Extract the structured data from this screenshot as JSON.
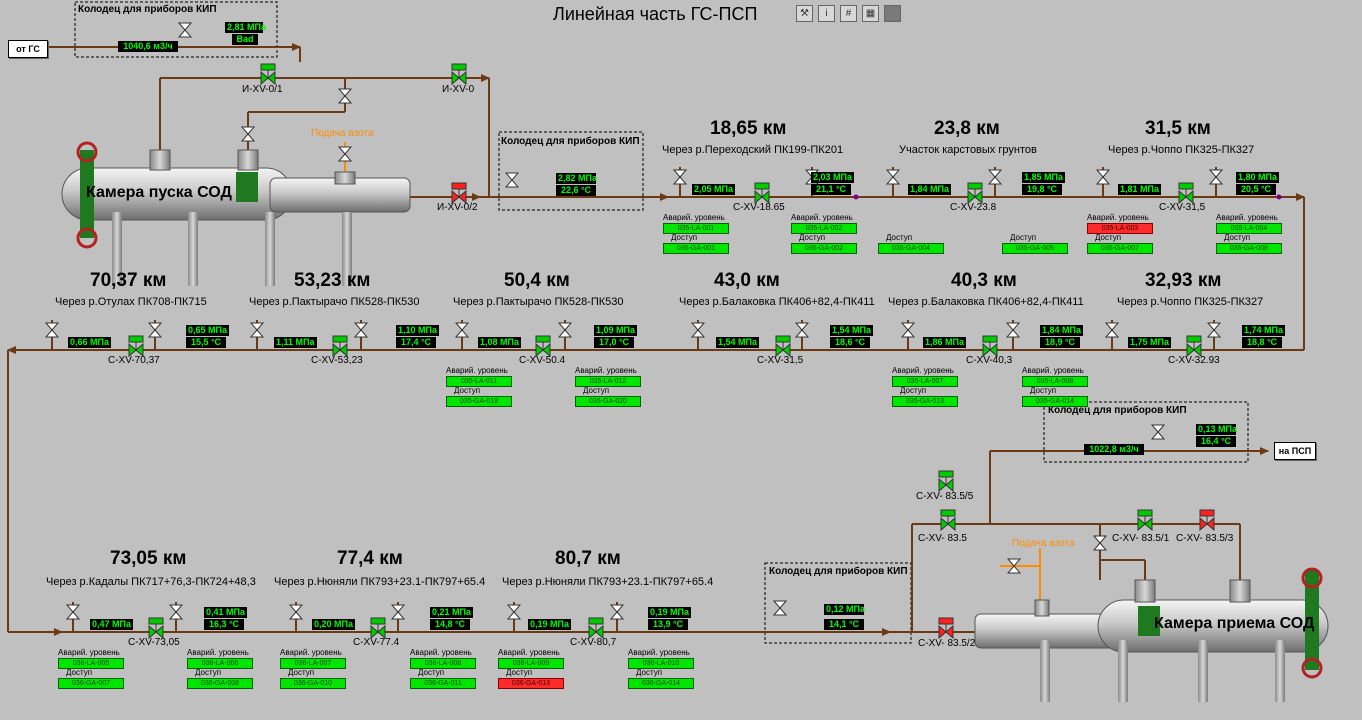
{
  "title": "Линейная часть ГС-ПСП",
  "toolbar": [
    {
      "name": "tools-icon",
      "glyph": "⚒"
    },
    {
      "name": "info-icon",
      "glyph": "i"
    },
    {
      "name": "grid-icon",
      "glyph": "#"
    },
    {
      "name": "pattern-icon",
      "glyph": "▦"
    },
    {
      "name": "stop-icon",
      "glyph": "■"
    }
  ],
  "nav": {
    "from_gs": "от ГС",
    "to_psp": "на ПСП"
  },
  "colors": {
    "pipe": "#6b3a14",
    "valve_green": "#00cc00",
    "valve_red": "#ff2020",
    "tank": "#bdbdbd",
    "value_bg": "#000000",
    "value_fg": "#00ff00"
  },
  "top_kip": {
    "caption": "Колодец для приборов КИП",
    "flow": "1040,6 м3/ч",
    "pressure": "2,81 МПа",
    "status": "Bad"
  },
  "launch": {
    "camera": "Камера пуска СОД",
    "nitrogen": "Подача азота",
    "valves": [
      {
        "label": "И-XV-0/1"
      },
      {
        "label": "И-XV-0"
      },
      {
        "label": "И-XV-0/2"
      }
    ],
    "kip_caption": "Колодец для приборов КИП",
    "kip_pressure": "2,82 МПа",
    "kip_temp": "22,6 °С"
  },
  "row1": [
    {
      "km": "18,65 км",
      "caption": "Через р.Переходский ПК199-ПК201",
      "in_val": "2,05 МПа",
      "valve": "С-XV-18.65",
      "out_p": "2,03 МПа",
      "out_t": "21,1 °С",
      "alarm_label": "Аварий. уровень",
      "la": "035-LA-001",
      "access_label": "Доступ",
      "ga": "035-GA-001",
      "alarm_label2": "Аварий. уровень",
      "la2": "035-LA-002",
      "access_label2": "Доступ",
      "ga2": "035-GA-002"
    },
    {
      "km": "23,8 км",
      "caption": "Участок карстовых грунтов",
      "in_val": "1,84 МПа",
      "valve": "С-XV-23.8",
      "out_p": "1,85 МПа",
      "out_t": "19,8 °С",
      "access_label": "Доступ",
      "ga": "035-GA-004",
      "access_label2": "Доступ",
      "ga2": "035-GA-005"
    },
    {
      "km": "31,5 км",
      "caption": "Через р.Чоппо ПК325-ПК327",
      "in_val": "1,81 МПа",
      "valve": "С-XV-31,5",
      "out_p": "1,80 МПа",
      "out_t": "20,5 °С",
      "alarm_label": "Аварий. уровень",
      "la": "035-LA-003",
      "access_label": "Доступ",
      "ga": "035-GA-007",
      "alarm_label2": "Аварий. уровень",
      "la2": "035-LA-004",
      "access_label2": "Доступ",
      "ga2": "035-GA-008"
    }
  ],
  "row2": [
    {
      "km": "70,37 км",
      "caption": "Через р.Отулах ПК708-ПК715",
      "in_val": "0,66 МПа",
      "valve": "С-XV-70,37",
      "out_p": "0,65 МПа",
      "out_t": "15,5 °С"
    },
    {
      "km": "53,23 км",
      "caption": "Через р.Пактырачо ПК528-ПК530",
      "in_val": "1,11 МПа",
      "valve": "С-XV-53,23",
      "out_p": "1,10 МПа",
      "out_t": "17,4 °С"
    },
    {
      "km": "50,4 км",
      "caption": "Через р.Пактырачо ПК528-ПК530",
      "in_val": "1,08 МПа",
      "valve": "С-XV-50.4",
      "out_p": "1,09 МПа",
      "out_t": "17,0 °С",
      "alarm_label": "Аварий. уровень",
      "la": "035-LA-011",
      "access_label": "Доступ",
      "ga": "035-GA-019",
      "alarm_label2": "Аварий. уровень",
      "la2": "035-LA-012",
      "access_label2": "Доступ",
      "ga2": "035-GA-020"
    },
    {
      "km": "43,0 км",
      "caption": "Через р.Балаковка ПК406+82,4-ПК411",
      "in_val": "1,54 МПа",
      "valve": "С-XV-31,5",
      "out_p": "1,54 МПа",
      "out_t": "18,6 °С"
    },
    {
      "km": "40,3 км",
      "caption": "Через р.Балаковка ПК406+82,4-ПК411",
      "in_val": "1,86 МПа",
      "valve": "С-XV-40,3",
      "out_p": "1,84 МПа",
      "out_t": "18,9 °С",
      "alarm_label": "Аварий. уровень",
      "la": "035-LA-007",
      "access_label": "Доступ",
      "ga": "035-GA-013",
      "alarm_label2": "Аварий. уровень",
      "la2": "035-LA-008",
      "access_label2": "Доступ",
      "ga2": "035-GA-014"
    },
    {
      "km": "32,93 км",
      "caption": "Через р.Чоппо ПК325-ПК327",
      "in_val": "1,75 МПа",
      "valve": "С-XV-32.93",
      "out_p": "1,74 МПа",
      "out_t": "18,8 °С"
    }
  ],
  "row3": [
    {
      "km": "73,05 км",
      "caption": "Через р.Кадалы ПК717+76,3-ПК724+48,3",
      "in_val": "0,47 МПа",
      "valve": "С-XV-73,05",
      "out_p": "0,41 МПа",
      "out_t": "16,3 °С",
      "alarm_label": "Аварий. уровень",
      "la": "036-LA-005",
      "access_label": "Доступ",
      "ga": "036-GA-007",
      "alarm_label2": "Аварий. уровень",
      "la2": "036-LA-006",
      "access_label2": "Доступ",
      "ga2": "036-GA-008"
    },
    {
      "km": "77,4 км",
      "caption": "Через р.Нюняли ПК793+23.1-ПК797+65.4",
      "in_val": "0,20 МПа",
      "valve": "С-XV-77.4",
      "out_p": "0,21 МПа",
      "out_t": "14,8 °С",
      "alarm_label": "Аварий. уровень",
      "la": "036-LA-007",
      "access_label": "Доступ",
      "ga": "036-GA-010",
      "alarm_label2": "Аварий. уровень",
      "la2": "036-LA-008",
      "access_label2": "Доступ",
      "ga2": "036-GA-011"
    },
    {
      "km": "80,7 км",
      "caption": "Через р.Нюняли ПК793+23.1-ПК797+65.4",
      "in_val": "0,19 МПа",
      "valve": "С-XV-80,7",
      "out_p": "0,19 МПа",
      "out_t": "13,9 °С",
      "alarm_label": "Аварий. уровень",
      "la": "036-LA-009",
      "access_label": "Доступ",
      "ga": "036-GA-013",
      "alarm_label2": "Аварий. уровень",
      "la2": "036-LA-010",
      "access_label2": "Доступ",
      "ga2": "036-GA-014"
    }
  ],
  "receive": {
    "kip_caption": "Колодец для приборов КИП",
    "kip_pressure": "0,12 МПа",
    "kip_temp": "14,1 °С",
    "camera": "Камера приема СОД",
    "nitrogen": "Подача азота",
    "valves": [
      {
        "label": "С-XV- 83.5/5"
      },
      {
        "label": "С-XV- 83.5"
      },
      {
        "label": "С-XV- 83.5/1"
      },
      {
        "label": "С-XV- 83.5/3"
      },
      {
        "label": "С-XV- 83.5/2"
      }
    ]
  },
  "psp_kip": {
    "caption": "Колодец для приборов КИП",
    "flow": "1022,8 м3/ч",
    "pressure": "0,13 МПа",
    "temp": "16,4 °С"
  }
}
